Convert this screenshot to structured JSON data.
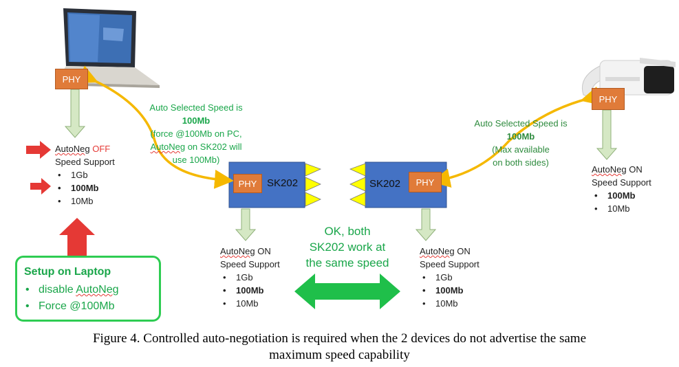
{
  "laptop": {
    "phy": "PHY",
    "autoneg_label": "AutoNeg",
    "autoneg_state": "OFF",
    "speed_support": "Speed Support",
    "speeds": [
      "1Gb",
      "100Mb",
      "10Mb"
    ]
  },
  "left_link": {
    "line1": "Auto Selected Speed is",
    "speed": "100Mb",
    "line3": "(force @100Mb on PC,",
    "line4_a": "AutoNeg",
    "line4_b": " on SK202 will",
    "line5": "use 100Mb)"
  },
  "right_link": {
    "line1": "Auto Selected Speed is",
    "speed": "100Mb",
    "line3": "(Max available",
    "line4": "on both sides)"
  },
  "sk_left": {
    "phy": "PHY",
    "label": "SK202",
    "autoneg_label": "AutoNeg",
    "autoneg_state": " ON",
    "speed_support": "Speed Support",
    "speeds": [
      "1Gb",
      "100Mb",
      "10Mb"
    ]
  },
  "sk_right": {
    "phy": "PHY",
    "label": "SK202",
    "autoneg_label": "AutoNeg",
    "autoneg_state": " ON",
    "speed_support": "Speed Support",
    "speeds": [
      "1Gb",
      "100Mb",
      "10Mb"
    ]
  },
  "camera": {
    "phy": "PHY",
    "autoneg_label": "AutoNeg",
    "autoneg_state": " ON",
    "speed_support": "Speed Support",
    "speeds": [
      "100Mb",
      "10Mb"
    ]
  },
  "ok_note": {
    "line1": "OK, both",
    "line2": "SK202 work at",
    "line3": "the same speed"
  },
  "setup": {
    "title": "Setup on Laptop",
    "item1_a": "disable ",
    "item1_b": "AutoNeg",
    "item2": "Force @100Mb",
    "bullet": "•"
  },
  "caption": {
    "line1": "Figure 4.      Controlled auto-negotiation is required when the 2 devices do not advertise the same",
    "line2": "maximum speed capability"
  },
  "colors": {
    "phy": "#e07b39",
    "sk_box": "#4472c4",
    "link_arrow": "#f5b800",
    "green_text": "#1aa64a",
    "red_arrow": "#e53935",
    "big_arrow": "#1fbf4a",
    "down_arrow": "#d5e8c4"
  }
}
